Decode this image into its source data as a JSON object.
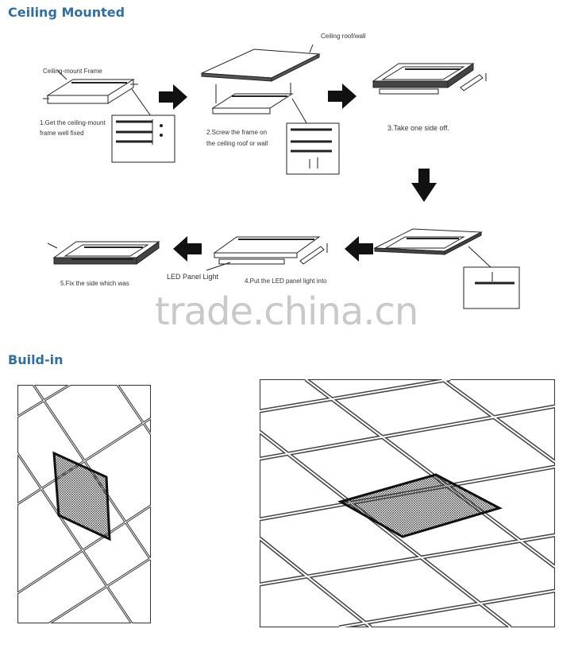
{
  "sections": {
    "ceiling_title": "Ceiling Mounted",
    "buildin_title": "Build-in"
  },
  "labels": {
    "frame": "Ceiling-mount Frame",
    "roof": "Ceiling roof/wall",
    "step1a": "1.Get the ceiling-mount",
    "step1b": "frame well fixed",
    "step2a": "2.Screw the frame on",
    "step2b": "the ceiling roof or wall",
    "step3": "3.Take one side off.",
    "step4": "4.Put the LED panel light into",
    "panel": "LED Panel Light",
    "step5": "5.Fix the side which was"
  },
  "watermark": "trade.china.cn"
}
